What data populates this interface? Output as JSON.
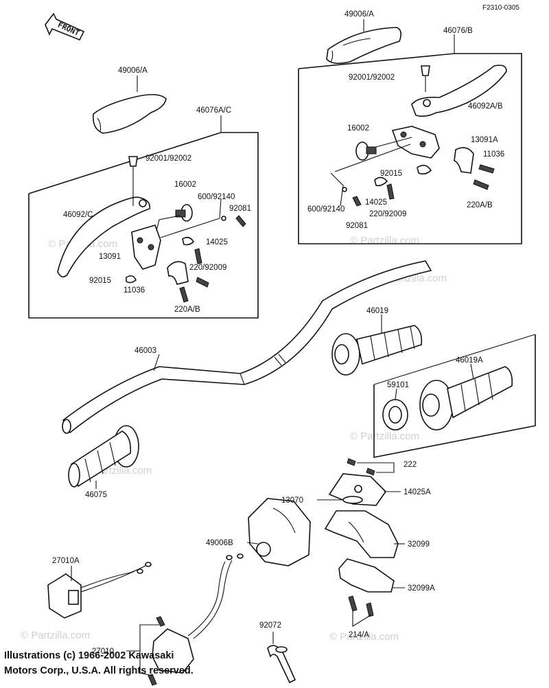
{
  "ref_code": "F2310-0305",
  "front_label": "FRONT",
  "watermark": "© Partzilla.com",
  "copyright": {
    "line1": "Illustrations (c) 1966-2002 Kawasaki",
    "line2": "Motors Corp., U.S.A. All rights reserved."
  },
  "labels": {
    "l_49006A_top": "49006/A",
    "l_46076B": "46076/B",
    "l_92001_right": "92001/92002",
    "l_46092AB": "46092A/B",
    "l_16002_right": "16002",
    "l_13091A": "13091A",
    "l_11036_right": "11036",
    "l_92015_right": "92015",
    "l_14025_right": "14025",
    "l_220_92009_right": "220/92009",
    "l_220AB_right": "220A/B",
    "l_600_right": "600/92140",
    "l_92081_right": "92081",
    "l_49006A_left": "49006/A",
    "l_46076AC": "46076A/C",
    "l_92001_left": "92001/92002",
    "l_16002_left": "16002",
    "l_600_left": "600/92140",
    "l_92081_left": "92081",
    "l_46092C": "46092/C",
    "l_14025_left": "14025",
    "l_13091_left": "13091",
    "l_220_92009_left": "220/92009",
    "l_92015_left": "92015",
    "l_11036_left": "11036",
    "l_220AB_left": "220A/B",
    "l_46003": "46003",
    "l_46019": "46019",
    "l_46019A": "46019A",
    "l_59101": "59101",
    "l_46075": "46075",
    "l_222": "222",
    "l_13070": "13070",
    "l_14025A": "14025A",
    "l_49006B": "49006B",
    "l_32099": "32099",
    "l_32099A": "32099A",
    "l_27010A": "27010A",
    "l_214A": "214/A",
    "l_92072": "92072",
    "l_27010": "27010"
  }
}
